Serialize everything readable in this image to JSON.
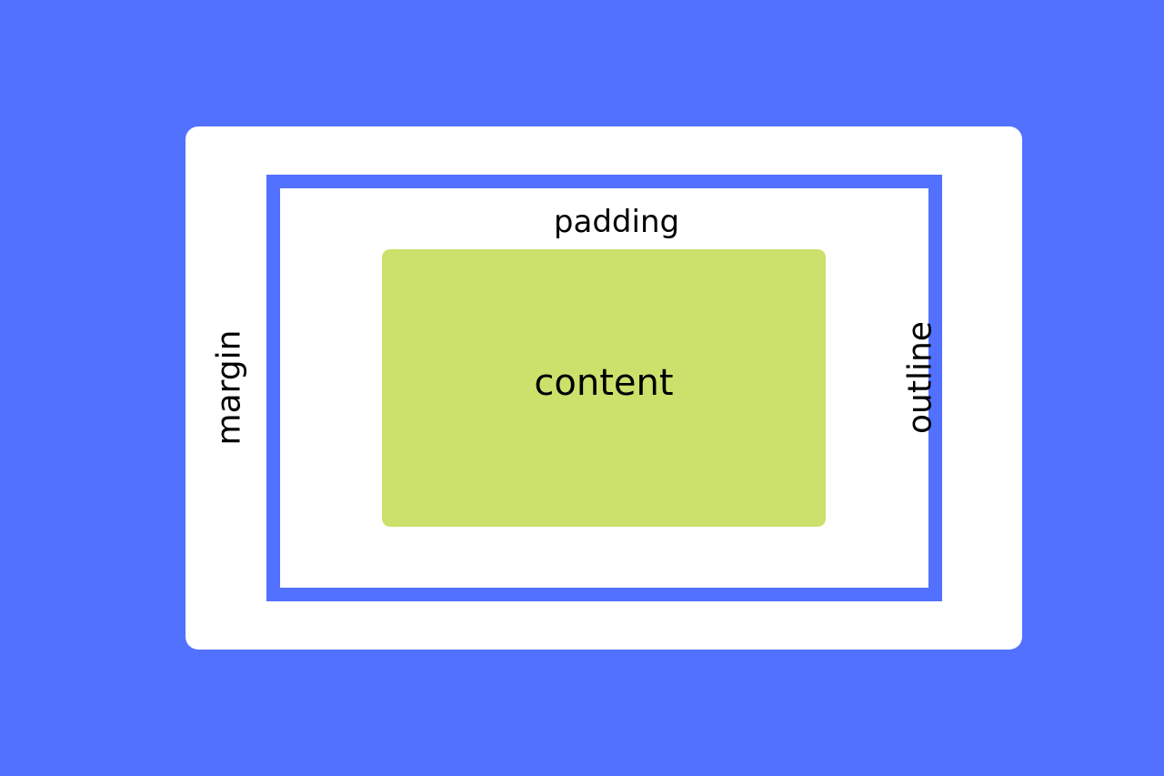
{
  "colors": {
    "background": "#5271ff",
    "margin": "#ffffff",
    "outline": "#5271ff",
    "padding": "#ffffff",
    "content": "#cbe16b"
  },
  "labels": {
    "margin": "margin",
    "outline": "outline",
    "padding": "padding",
    "content": "content"
  }
}
